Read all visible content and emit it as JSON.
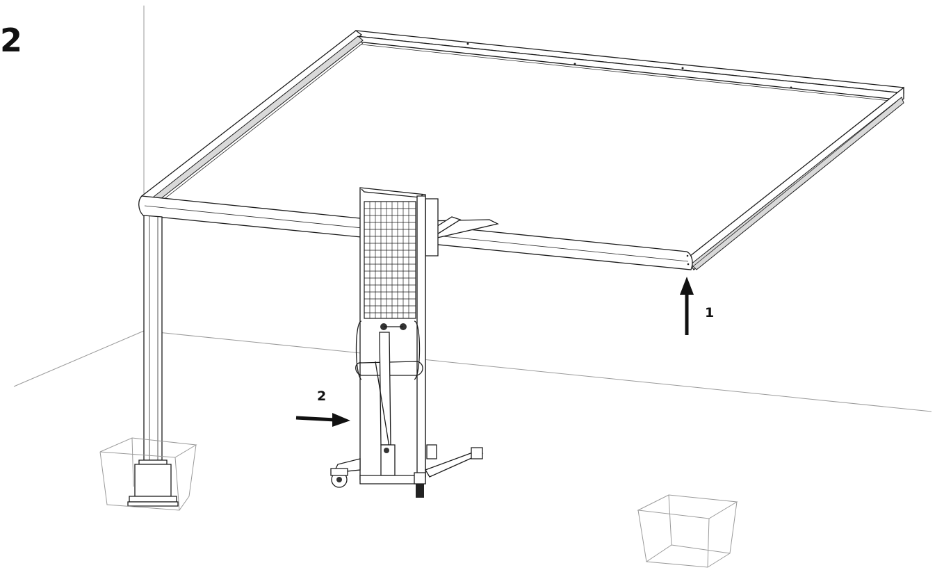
{
  "step": {
    "number": "2"
  },
  "callouts": {
    "first": "1",
    "second": "2"
  }
}
